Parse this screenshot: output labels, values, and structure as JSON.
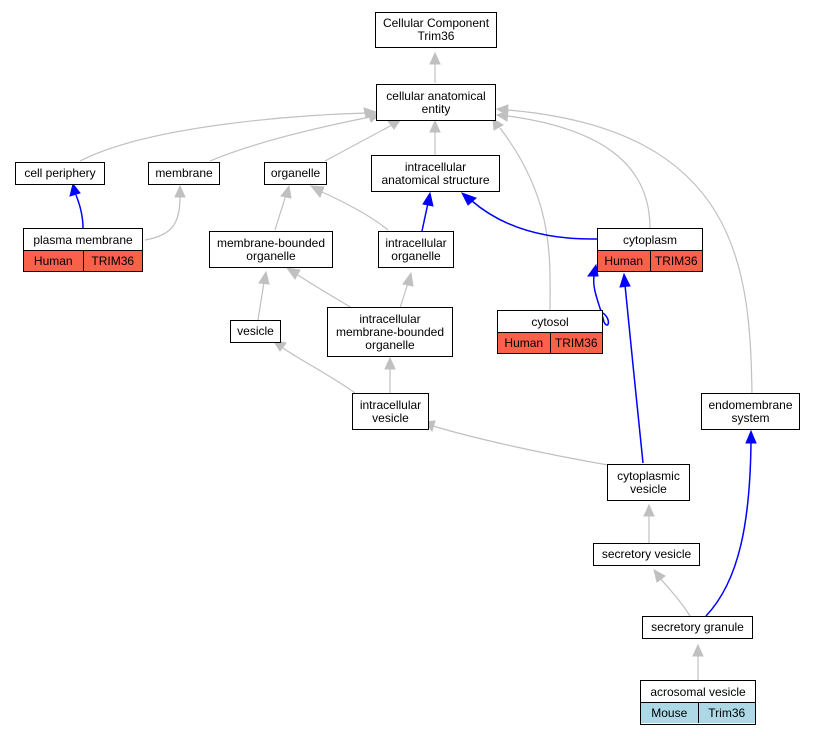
{
  "colors": {
    "human": "#fa6148",
    "mouse": "#add8e6",
    "inferred_edge": "#c0c0c0",
    "direct_edge": "#0000ff"
  },
  "nodes": {
    "root": "Cellular Component\nTrim36",
    "cae": "cellular anatomical\nentity",
    "cell_periphery": "cell periphery",
    "membrane": "membrane",
    "organelle": "organelle",
    "ias": "intracellular\nanatomical structure",
    "plasma_membrane": {
      "label": "plasma membrane",
      "species": "Human",
      "gene": "TRIM36"
    },
    "mbo": "membrane-bounded\norganelle",
    "io": "intracellular\norganelle",
    "cytoplasm": {
      "label": "cytoplasm",
      "species": "Human",
      "gene": "TRIM36"
    },
    "vesicle": "vesicle",
    "imbo": "intracellular\nmembrane-bounded\norganelle",
    "cytosol": {
      "label": "cytosol",
      "species": "Human",
      "gene": "TRIM36"
    },
    "iv": "intracellular\nvesicle",
    "endomembrane": "endomembrane\nsystem",
    "cv": "cytoplasmic\nvesicle",
    "sv": "secretory vesicle",
    "sg": "secretory granule",
    "acrosomal": {
      "label": "acrosomal vesicle",
      "species": "Mouse",
      "gene": "Trim36"
    }
  }
}
